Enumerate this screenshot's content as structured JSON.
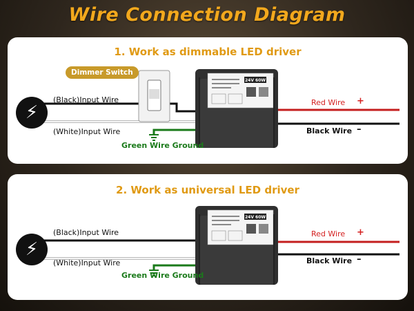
{
  "title": "Wire Connection Diagram",
  "panels": [
    {
      "heading": "1. Work as dimmable LED driver",
      "dimmer_label": "Dimmer Switch",
      "input_black": "(Black)Input Wire",
      "input_white": "(White)Input Wire",
      "ground": "Green Wire Ground",
      "red_wire": "Red Wire",
      "red_sign": "+",
      "black_wire": "Black Wire",
      "black_sign": "–"
    },
    {
      "heading": "2. Work as universal LED driver",
      "input_black": "(Black)Input Wire",
      "input_white": "(White)Input Wire",
      "ground": "Green Wire Ground",
      "red_wire": "Red Wire",
      "red_sign": "+",
      "black_wire": "Black Wire",
      "black_sign": "–"
    }
  ],
  "driver_label": "24V 60W",
  "colors": {
    "title": "#f2a81d",
    "heading": "#e09a14",
    "red_wire": "#c41e1e",
    "green_wire": "#1a7a1a",
    "badge": "#c89a2a"
  },
  "icons": {
    "power_source": "lightning-bolt-icon",
    "dimmer": "dimmer-switch-icon",
    "ground": "ground-symbol-icon",
    "driver": "led-driver-box"
  }
}
